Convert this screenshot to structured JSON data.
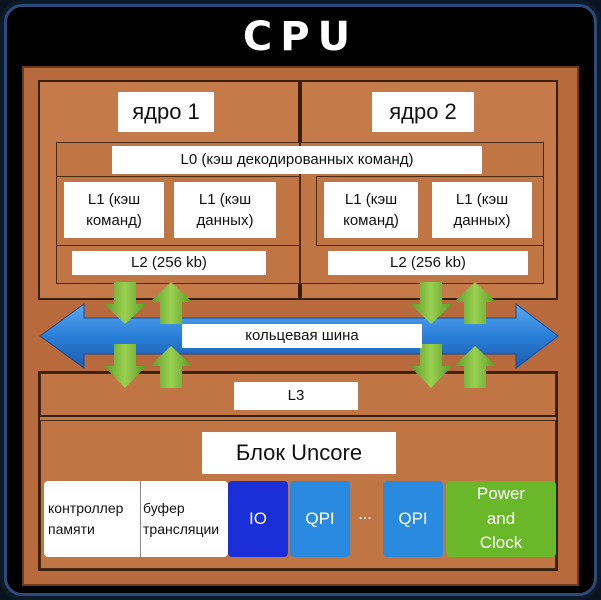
{
  "title": "CPU",
  "core1": {
    "label": "ядро 1",
    "l1_instr": "L1 (кэш команд)",
    "l1_data": "L1 (кэш данных)",
    "l2": "L2 (256 kb)"
  },
  "core2": {
    "label": "ядро 2",
    "l1_instr": "L1 (кэш команд)",
    "l1_data": "L1 (кэш данных)",
    "l2": "L2 (256 kb)"
  },
  "l0": "L0 (кэш декодированных команд)",
  "ring_bus": "кольцевая шина",
  "l3": "L3",
  "uncore": "Блок Uncore",
  "units": {
    "memory_controller": "контроллер памяти",
    "translation_buffer": "буфер трансляции",
    "io": "IO",
    "qpi1": "QPI",
    "ellipsis": "...",
    "qpi2": "QPI",
    "power_clock": "Power and Clock"
  },
  "colors": {
    "chip": "#b86a3c",
    "bus": "#2a7fd8",
    "arrows": "#7ab83a",
    "io": "#1a2fd8",
    "qpi": "#2a8ae0",
    "power": "#6ab82a"
  }
}
